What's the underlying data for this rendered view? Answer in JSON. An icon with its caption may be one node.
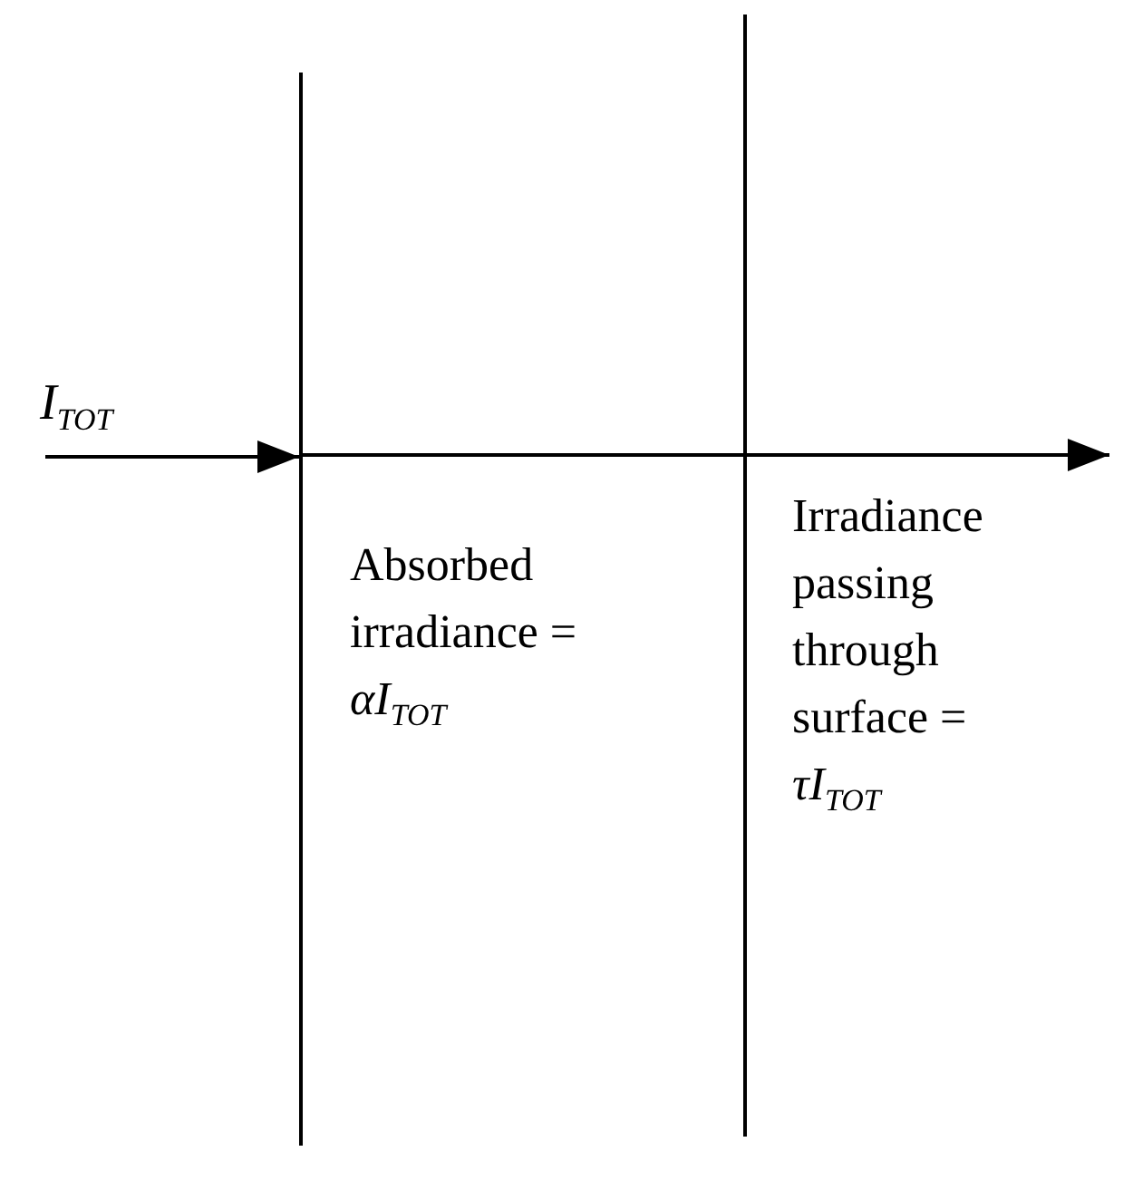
{
  "diagram": {
    "nodes": [
      {
        "text": [],
        "shape": "bar"
      },
      {
        "text": [],
        "shape": "bar"
      }
    ],
    "edges": [
      {
        "from": null,
        "to": 0,
        "arrow": "to",
        "label": "I$_{TOT}$"
      },
      {
        "from": 0,
        "to": 1,
        "arrow": "none"
      },
      {
        "from": 1,
        "to": null,
        "arrow": "to"
      }
    ],
    "labels": [
      "Absorbed irradiance = *αI*$_{TOT}$",
      "Irradiance passing through surface = *τI*$_{TOT}$"
    ]
  }
}
